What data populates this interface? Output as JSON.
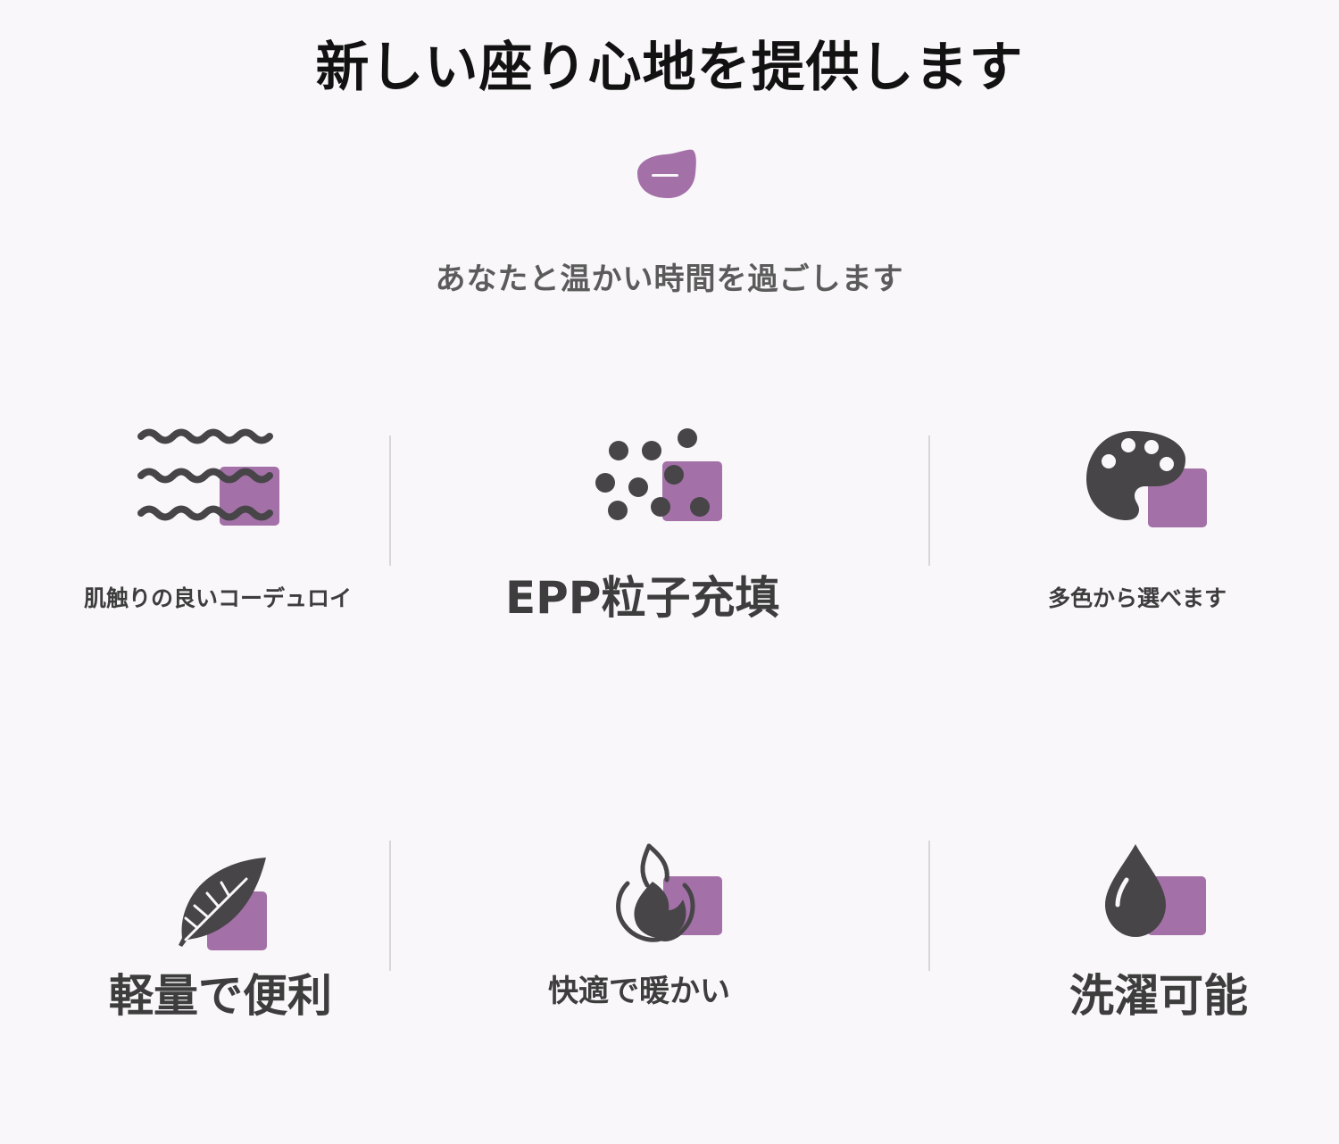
{
  "header": {
    "title": "新しい座り心地を提供します",
    "subtitle": "あなたと温かい時間を過ごします"
  },
  "colors": {
    "accent": "#a370a8",
    "icon_dark": "#474547",
    "text": "#3d3d3d",
    "background": "#f9f7f9"
  },
  "features": [
    {
      "icon": "corduroy-waves-icon",
      "label": "肌触りの良いコーデュロイ"
    },
    {
      "icon": "epp-beads-icon",
      "label": "EPP粒子充填"
    },
    {
      "icon": "palette-icon",
      "label": "多色から選べます"
    },
    {
      "icon": "feather-icon",
      "label": "軽量で便利"
    },
    {
      "icon": "flame-icon",
      "label": "快適で暖かい"
    },
    {
      "icon": "water-drop-icon",
      "label": "洗濯可能"
    }
  ]
}
